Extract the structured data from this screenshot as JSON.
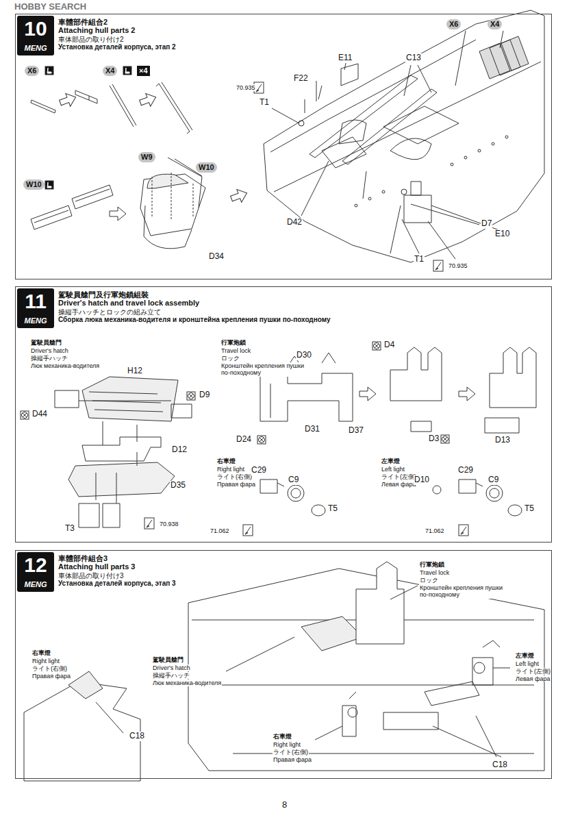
{
  "diagram": {
    "nodes": [
      {
        "text": [
          "10",
          "MENG",
          "車體部件組合2",
          "Attaching hull parts 2",
          "車体部品の取り付け2",
          "Установка деталей корпуса, этап 2"
        ]
      },
      {
        "text": [
          "11",
          "MENG",
          "駕駛員艙門及行軍炮鎖組裝",
          "Driver's hatch and travel lock assembly",
          "操縦手ハッチとロックの組み立て",
          "Сборка люка механика-водителя и кронштейна крепления пушки по-походному"
        ]
      },
      {
        "text": [
          "12",
          "MENG",
          "車體部件組合3",
          "Attaching hull parts 3",
          "車体部品の取り付け3",
          "Установка деталей корпуса, этап 3"
        ]
      }
    ],
    "labels": [
      "HOBBY SEARCH",
      "X6",
      "X4",
      "×4",
      "W10",
      "W9",
      "W10",
      "D34",
      "70.935",
      "F22",
      "E11",
      "T1",
      "C13",
      "X6",
      "X4",
      "D42",
      "D7",
      "E10",
      "T1",
      "70.935",
      "駕駛員艙門",
      "Driver's hatch",
      "操縦手ハッチ",
      "Люк механика-водителя",
      "H12",
      "D9",
      "D44",
      "D12",
      "D35",
      "T3",
      "70.938",
      "行軍炮鎖",
      "Travel lock",
      "ロック",
      "Кронштейн крепления пушки по-походному",
      "D30",
      "D4",
      "D24",
      "D31",
      "D37",
      "D3",
      "D13",
      "右車燈",
      "Right light",
      "ライト(右側)",
      "Правая фара",
      "C29",
      "C9",
      "T5",
      "71.062",
      "左車燈",
      "Left light",
      "ライト(左側)",
      "Левая фара",
      "D10",
      "C29",
      "C9",
      "T5",
      "71.062",
      "行軍炮鎖",
      "Travel lock",
      "ロック",
      "Кронштейн крепления пушки по-походному",
      "右車燈",
      "Right light",
      "ライト(右側)",
      "Правая фара",
      "C18",
      "駕駛員艙門",
      "Driver's hatch",
      "操縦手ハッチ",
      "Люк механика-водителя",
      "左車燈",
      "Left light",
      "ライト(左側)",
      "Левая фара",
      "右車燈",
      "Right light",
      "ライト(右側)",
      "Правая фара",
      "C18",
      "8"
    ]
  }
}
